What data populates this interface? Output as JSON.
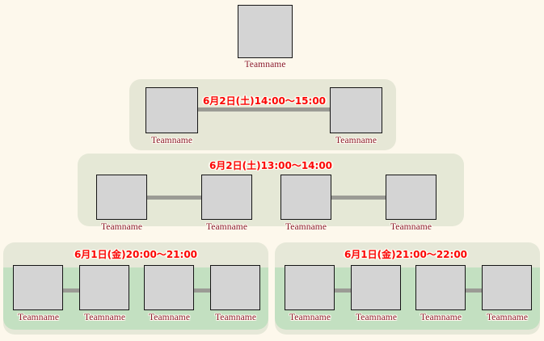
{
  "colors": {
    "page_background": "#fdf8ec",
    "band_round2": "#e6e7d6",
    "band_round3": "#e5e8d6",
    "band_round4": "#e6e8d8",
    "green_stripe": "#c3e0c1",
    "team_box_fill": "#d4d4d4",
    "team_box_border": "#151515",
    "connector": "#9b9b95",
    "team_label_text": "#8d1b2d",
    "match_time_text": "#fc0505"
  },
  "bracket": {
    "title": "",
    "champion": {
      "label": "Teamname"
    },
    "rounds": [
      {
        "name": "final",
        "match_time": "6月2日(土)14:00～15:00",
        "teams": [
          {
            "label": "Teamname"
          },
          {
            "label": "Teamname"
          }
        ]
      },
      {
        "name": "semifinal",
        "match_time": "6月2日(土)13:00～14:00",
        "teams": [
          {
            "label": "Teamname"
          },
          {
            "label": "Teamname"
          },
          {
            "label": "Teamname"
          },
          {
            "label": "Teamname"
          }
        ]
      },
      {
        "name": "quarterfinal-left",
        "match_time": "6月1日(金)20:00～21:00",
        "teams": [
          {
            "label": "Teamname"
          },
          {
            "label": "Teamname"
          },
          {
            "label": "Teamname"
          },
          {
            "label": "Teamname"
          }
        ]
      },
      {
        "name": "quarterfinal-right",
        "match_time": "6月1日(金)21:00～22:00",
        "teams": [
          {
            "label": "Teamname"
          },
          {
            "label": "Teamname"
          },
          {
            "label": "Teamname"
          },
          {
            "label": "Teamname"
          }
        ]
      }
    ]
  }
}
